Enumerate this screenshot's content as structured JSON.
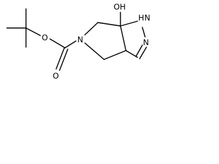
{
  "molecule": {
    "atom_labels": {
      "carbonyl_o": "O",
      "ester_o": "O",
      "ring_n": "N",
      "hydroxyl": "OH",
      "pyrazole_nh_n": "N",
      "pyrazole_nh_h": "H",
      "pyrazole_n": "N"
    }
  }
}
